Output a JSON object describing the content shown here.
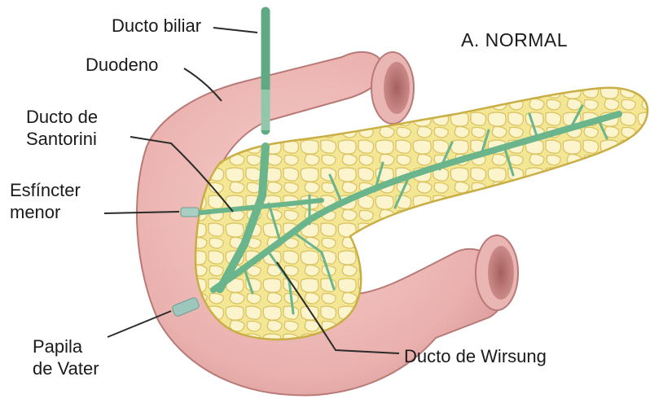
{
  "title": "A. NORMAL",
  "labels": {
    "bile_duct": "Ducto biliar",
    "duodenum": "Duodeno",
    "santorini_line1": "Ducto de",
    "santorini_line2": "Santorini",
    "minor_sphincter_line1": "Esfíncter",
    "minor_sphincter_line2": "menor",
    "vater_line1": "Papila",
    "vater_line2": "de Vater",
    "wirsung": "Ducto de Wirsung"
  },
  "colors": {
    "duodenum": "#eeb7b4",
    "duodenum_shadow": "#cf8f8d",
    "pancreas": "#f4ea9c",
    "pancreas_lobule": "#fbf3c4",
    "duct": "#6ab58c",
    "leader": "#2b2b2b"
  }
}
